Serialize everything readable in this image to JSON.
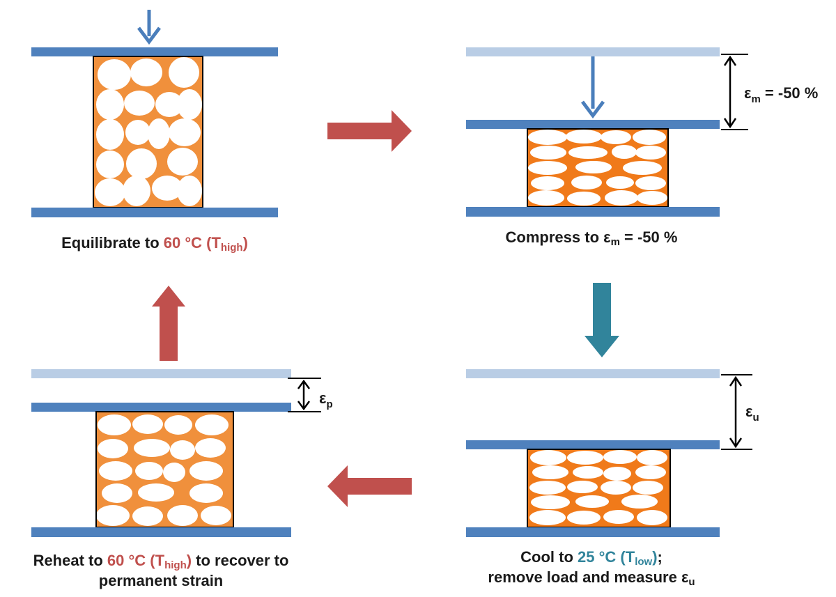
{
  "colors": {
    "plate": "#4f81bd",
    "plate_ghost": "#b9cde5",
    "sample_fill": "#f0903c",
    "sample_fill_compressed": "#f07a1a",
    "sample_border": "#000000",
    "pore": "#ffffff",
    "arrow_hot": "#c0504d",
    "arrow_cold": "#31849b",
    "load_arrow": "#4a7ebb",
    "dimension": "#000000"
  },
  "steps": {
    "equilibrate": {
      "prefix": "Equilibrate to ",
      "temp": "60 °C (T",
      "temp_sub": "high",
      "temp_close": ")"
    },
    "compress": {
      "prefix": "Compress to ε",
      "prefix_sub": "m",
      "suffix": " = -50 %"
    },
    "cool": {
      "line1_prefix": "Cool to ",
      "line1_temp": "25 °C (T",
      "line1_temp_sub": "low",
      "line1_temp_close": ")",
      "line1_suffix": ";",
      "line2_prefix": "remove load and measure ε",
      "line2_sub": "u"
    },
    "reheat": {
      "line1_prefix": "Reheat to ",
      "line1_temp": "60 °C (T",
      "line1_temp_sub": "high",
      "line1_temp_close": ")",
      "line1_suffix": " to recover to",
      "line2": "permanent strain"
    }
  },
  "strain_labels": {
    "em_symbol": "ε",
    "em_sub": "m",
    "em_value": " = -50 %",
    "eu_symbol": "ε",
    "eu_sub": "u",
    "ep_symbol": "ε",
    "ep_sub": "p"
  },
  "icons": {
    "flow_arrow_1": "right-arrow-icon",
    "flow_arrow_2": "down-arrow-icon",
    "flow_arrow_3": "left-arrow-icon",
    "flow_arrow_4": "up-arrow-icon",
    "load_arrow": "down-arrow-icon"
  }
}
